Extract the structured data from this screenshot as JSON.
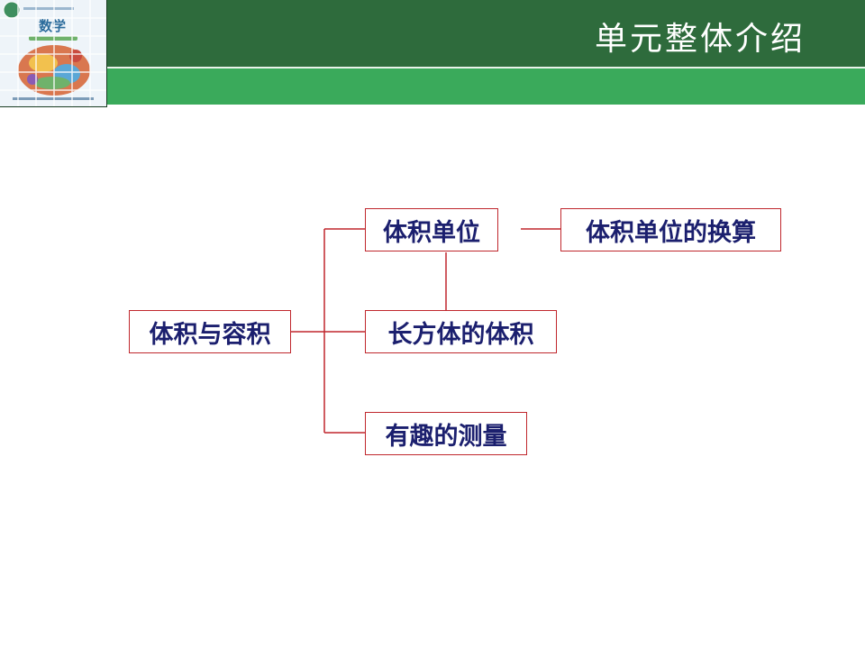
{
  "header": {
    "title": "单元整体介绍",
    "dark_color": "#2e6b3c",
    "light_color": "#3aaa5b"
  },
  "book_cover": {
    "title": "数学"
  },
  "diagram": {
    "line_color": "#c0272d",
    "text_color": "#1b1f6e",
    "root": "体积与容积",
    "branches": [
      "体积单位",
      "长方体的体积",
      "有趣的测量"
    ],
    "sub_branch": "体积单位的换算"
  }
}
